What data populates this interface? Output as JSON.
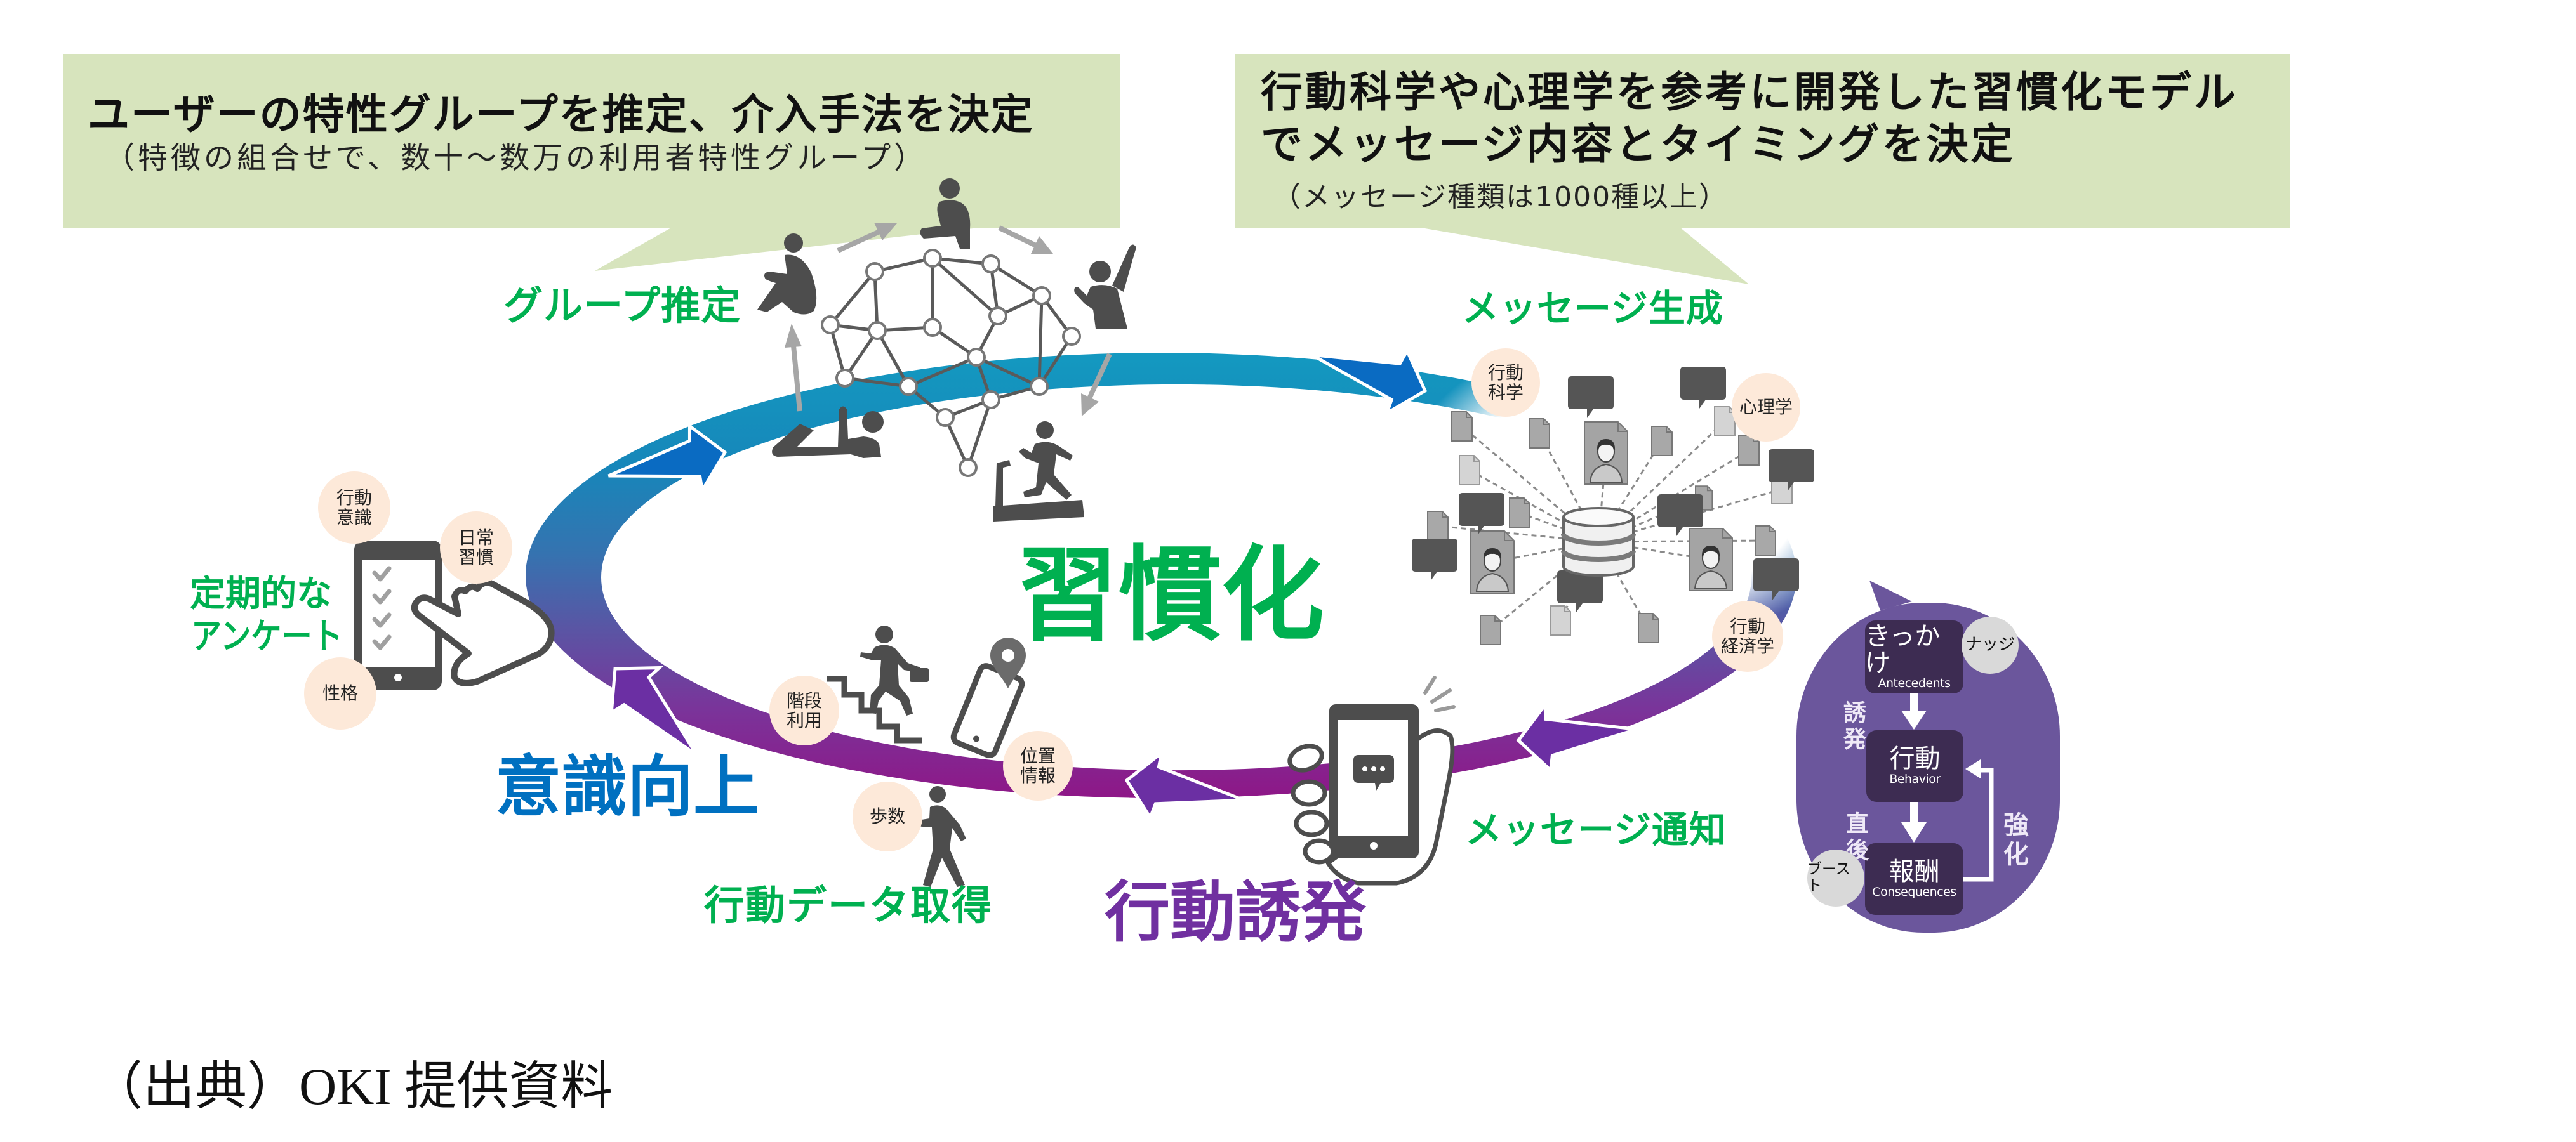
{
  "colors": {
    "callout_bg": "#d7e4bd",
    "label_green": "#00b050",
    "awareness_blue": "#0070c0",
    "induction_purple": "#7030a0",
    "tag_peach": "#fde9d9",
    "tag_gray": "#d9d9d9",
    "panel_purple": "#6b569c",
    "panel_box": "#3d2c52",
    "icon_gray": "#4d4d4d",
    "arrow_blue": "#0a6bc2",
    "arrow_purple": "#6b2fa3"
  },
  "callouts": {
    "grouping": {
      "title": "ユーザーの特性グループを推定、介入手法を決定",
      "subtitle": "（特徴の組合せで、数十～数万の利用者特性グループ）"
    },
    "messaging": {
      "title_lines": [
        "行動科学や心理学を参考に開発した習慣化モデル",
        "でメッセージ内容とタイミングを決定"
      ],
      "subtitle": "（メッセージ種類は1000種以上）"
    }
  },
  "cycle": {
    "center_label": "習慣化",
    "steps": {
      "survey": [
        "定期的な",
        "アンケート"
      ],
      "group_estimation": "グループ推定",
      "message_generation": "メッセージ生成",
      "message_notification": "メッセージ通知",
      "behavior_data": "行動データ取得"
    },
    "phases": {
      "awareness": "意識向上",
      "induction": "行動誘発"
    },
    "tags": {
      "survey": [
        [
          "行動",
          "意識"
        ],
        [
          "日常",
          "習慣"
        ],
        [
          "性格"
        ]
      ],
      "theory": [
        [
          "行動",
          "科学"
        ],
        [
          "心理学"
        ],
        [
          "行動",
          "経済学"
        ]
      ],
      "behavior_data": [
        [
          "階段",
          "利用"
        ],
        [
          "位置",
          "情報"
        ],
        [
          "歩数"
        ]
      ]
    }
  },
  "abc_model": {
    "steps": [
      {
        "ja": "きっかけ",
        "en": "Antecedents"
      },
      {
        "ja": "行動",
        "en": "Behavior"
      },
      {
        "ja": "報酬",
        "en": "Consequences"
      }
    ],
    "links": {
      "induce": "誘発",
      "immediate": "直後",
      "reinforce": "強化"
    },
    "interventions": {
      "nudge": "ナッジ",
      "boost": "ブースト"
    }
  },
  "source_note": "（出典）OKI 提供資料"
}
